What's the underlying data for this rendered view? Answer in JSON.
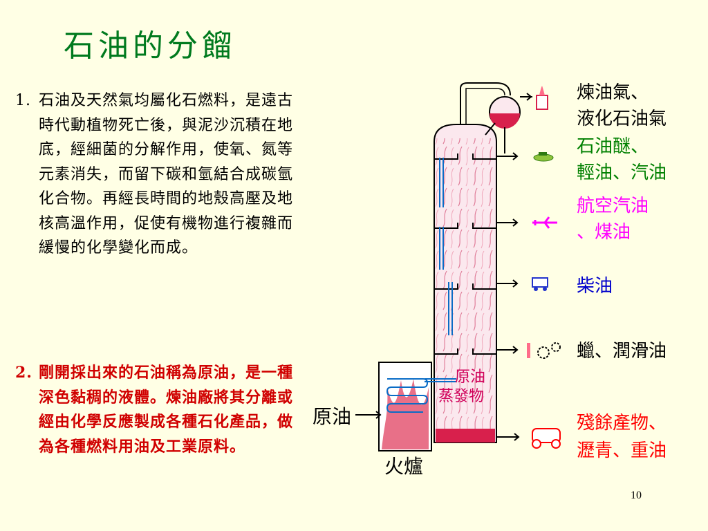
{
  "slide": {
    "title": "石油的分餾",
    "page_number": "10"
  },
  "points": [
    {
      "number": "1.",
      "text": "石油及天然氣均屬化石燃料，是遠古時代動植物死亡後，與泥沙沉積在地底，經細菌的分解作用，使氧、氮等元素消失，而留下碳和氫結合成碳氫化合物。再經長時間的地殼高壓及地核高溫作用，促使有機物進行複雜而緩慢的化學變化而成。"
    },
    {
      "number": "2.",
      "text": "剛開採出來的石油稱為原油，是一種深色黏稠的液體。煉油廠將其分離或經由化學反應製成各種石化產品，做為各種燃料用油及工業原料。"
    }
  ],
  "diagram": {
    "products": [
      {
        "line1": "煉油氣、",
        "line2": "液化石油氣",
        "color": "#000000",
        "icon": "gas-flame-icon"
      },
      {
        "line1": "石油醚、",
        "line2": "輕油、汽油",
        "color": "#008000",
        "icon": "car-icon"
      },
      {
        "line1": "航空汽油",
        "line2": "、煤油",
        "color": "#ff00ff",
        "icon": "airplane-icon"
      },
      {
        "line1": "柴油",
        "line2": "",
        "color": "#0000cc",
        "icon": "truck-icon"
      },
      {
        "line1": "蠟、潤滑油",
        "line2": "",
        "color": "#000000",
        "icon": "candle-gears-icon"
      },
      {
        "line1": "殘餘產物、",
        "line2": "瀝青、重油",
        "color": "#ff0000",
        "icon": "road-roller-icon"
      }
    ],
    "crude_vapor_line1": "原油",
    "crude_vapor_line2": "蒸發物",
    "crude_oil_input": "原油",
    "furnace": "火爐"
  },
  "colors": {
    "title": "#007a1e",
    "point2": "#d00000",
    "background": "#ffffe5",
    "column_fill": "#f4c6d2",
    "pipe": "#0066cc"
  }
}
